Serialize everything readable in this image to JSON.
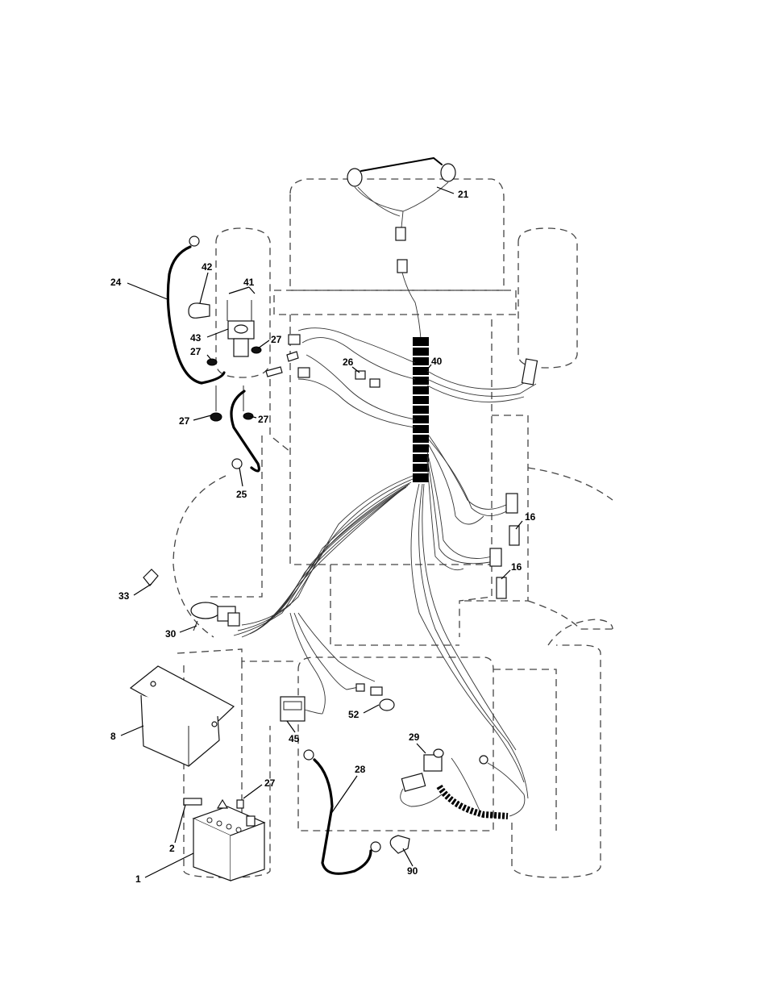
{
  "callouts": {
    "c21": "21",
    "c24": "24",
    "c42": "42",
    "c41": "41",
    "c43": "43",
    "c27a": "27",
    "c27b": "27",
    "c27c": "27",
    "c27d": "27",
    "c26": "26",
    "c40": "40",
    "c25": "25",
    "c16a": "16",
    "c16b": "16",
    "c33": "33",
    "c30": "30",
    "c8": "8",
    "c45": "45",
    "c52": "52",
    "c29": "29",
    "c28": "28",
    "c27e": "27",
    "c2": "2",
    "c1": "1",
    "c90": "90"
  }
}
